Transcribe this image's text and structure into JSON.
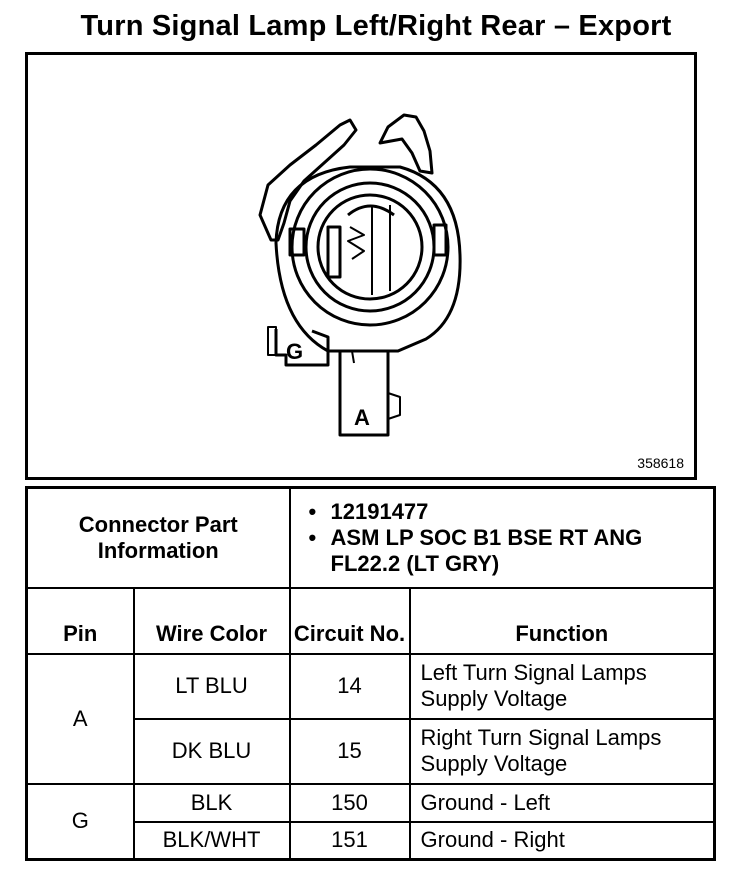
{
  "title": "Turn Signal Lamp Left/Right Rear – Export",
  "figure": {
    "number": "358618",
    "pin_labels": [
      "G",
      "A"
    ]
  },
  "connector": {
    "label": "Connector Part Information",
    "items": [
      "12191477",
      "ASM LP SOC B1 BSE RT ANG FL22.2 (LT GRY)"
    ]
  },
  "table": {
    "headers": {
      "pin": "Pin",
      "wire_color": "Wire Color",
      "circuit_no": "Circuit No.",
      "function": "Function"
    },
    "rows": [
      {
        "pin": "A",
        "wire_color": "LT BLU",
        "circuit": "14",
        "function": "Left Turn Signal Lamps Supply Voltage"
      },
      {
        "pin": "A",
        "wire_color": "DK BLU",
        "circuit": "15",
        "function": "Right Turn Signal Lamps Supply Voltage"
      },
      {
        "pin": "G",
        "wire_color": "BLK",
        "circuit": "150",
        "function": "Ground - Left"
      },
      {
        "pin": "G",
        "wire_color": "BLK/WHT",
        "circuit": "151",
        "function": "Ground - Right"
      }
    ]
  }
}
